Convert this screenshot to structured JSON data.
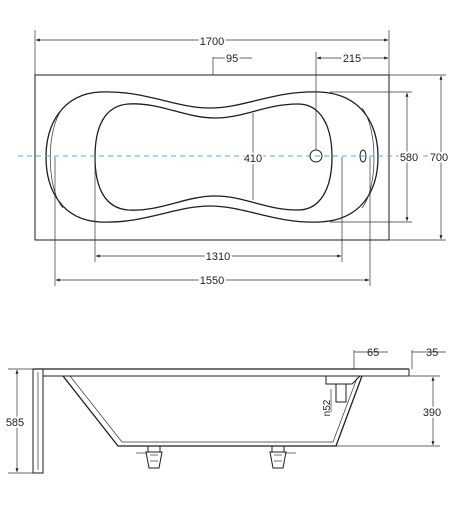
{
  "top_view": {
    "dimensions": {
      "overall_length": "1700",
      "overlay_offset": "95",
      "drain_offset": "215",
      "inner_width": "410",
      "basin_width": "580",
      "overall_width": "700",
      "bottom_length": "1310",
      "basin_length": "1550"
    },
    "centerline_color": "#5aa9e6"
  },
  "side_view": {
    "dimensions": {
      "rim_depth": "65",
      "rim_thickness": "35",
      "total_height": "585",
      "inner_depth": "390",
      "drain_diameter": "n52"
    }
  }
}
